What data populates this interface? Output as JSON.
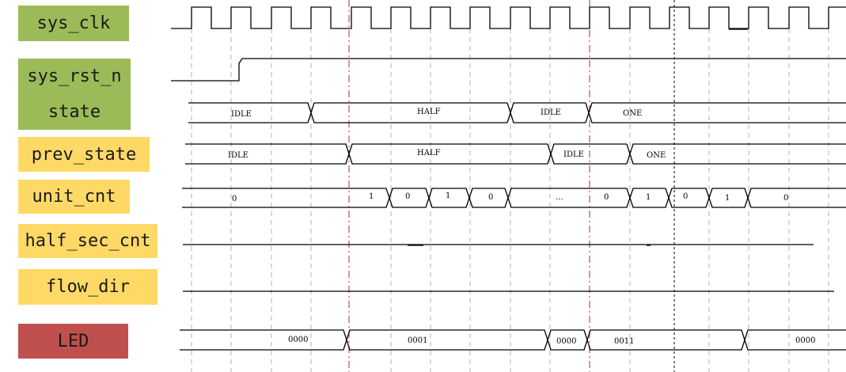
{
  "signals": [
    {
      "key": "sys_clk",
      "label": "sys_clk",
      "color": "#9bbb59"
    },
    {
      "key": "sys_rst_n",
      "label": "sys_rst_n",
      "color": "#9bbb59"
    },
    {
      "key": "state",
      "label": "state",
      "color": "#9bbb59"
    },
    {
      "key": "prev_state",
      "label": "prev_state",
      "color": "#ffd966"
    },
    {
      "key": "unit_cnt",
      "label": "unit_cnt",
      "color": "#ffd966"
    },
    {
      "key": "half_sec_cnt",
      "label": "half_sec_cnt",
      "color": "#ffd966"
    },
    {
      "key": "flow_dir",
      "label": "flow_dir",
      "color": "#ffd966"
    },
    {
      "key": "LED",
      "label": "LED",
      "color": "#c0504d"
    }
  ],
  "buses": {
    "state": [
      "IDLE",
      "HALF",
      "IDLE",
      "ONE"
    ],
    "prev_state": [
      "IDLE",
      "HALF",
      "IDLE",
      "ONE"
    ],
    "unit_cnt": [
      "0",
      "1",
      "0",
      "1",
      "0",
      "...",
      "0",
      "1",
      "0",
      "1",
      "0"
    ],
    "LED": [
      "0000",
      "0001",
      "0000",
      "0011",
      "0000"
    ]
  },
  "colors": {
    "grid": "#b3b3b3",
    "marker_red": "#c0504d",
    "marker_black": "#000000"
  }
}
